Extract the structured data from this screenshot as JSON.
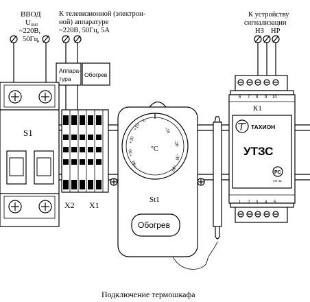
{
  "labels": {
    "input_title": "ВВОД",
    "input_u": "U",
    "input_u_sub": "пит",
    "input_voltage": "~220В,",
    "input_freq": "50Гц,",
    "tv_line1": "К телевизионной (электрон-",
    "tv_line2": "ной) аппаратуре",
    "tv_line3": "~220В, 50Гц, 5А",
    "alarm_line1": "К устройству",
    "alarm_line2": "сигнализации",
    "nz": "НЗ",
    "nr": "НР",
    "tag_apparatus": "Аппара-тура",
    "tag_heating_small": "Обогрев",
    "s1": "S1",
    "x2": "X2",
    "x1": "X1",
    "st1": "St1",
    "heating_button": "Обогрев",
    "k1": "К1",
    "brand": "ТАХИОН",
    "model": "УТЗС",
    "cert": "РС",
    "cert_sub": "АЯ 46",
    "caption": "Подключение термошкафа",
    "dial_center": "°C",
    "relay_top_terminals": [
      "6",
      "7",
      "8",
      "9",
      "10"
    ],
    "relay_bottom_terminals": [
      "1",
      "2",
      "3",
      "4",
      "5"
    ],
    "dial_ticks": [
      "-40",
      "-30",
      "-20",
      "-10",
      "0",
      "+10",
      "+20",
      "+30",
      "+40"
    ]
  }
}
